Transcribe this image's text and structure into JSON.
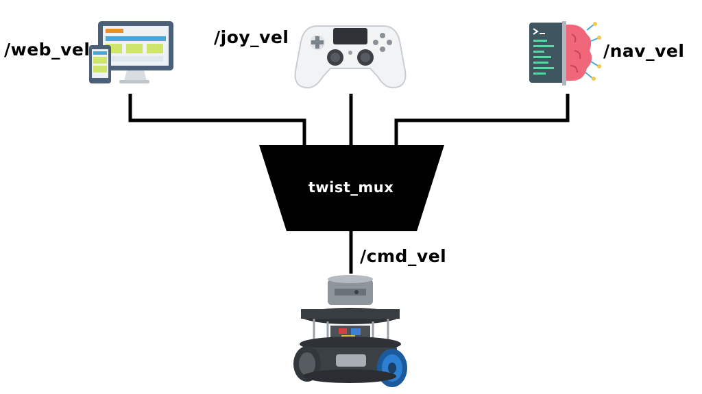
{
  "inputs": {
    "web": "/web_vel",
    "joy": "/joy_vel",
    "nav": "/nav_vel"
  },
  "mux": {
    "label": "twist_mux"
  },
  "output": {
    "topic": "/cmd_vel"
  },
  "icons": {
    "web": "web-browser-devices-icon",
    "joy": "game-controller-icon",
    "nav": "code-brain-icon",
    "robot": "turtlebot-robot"
  }
}
